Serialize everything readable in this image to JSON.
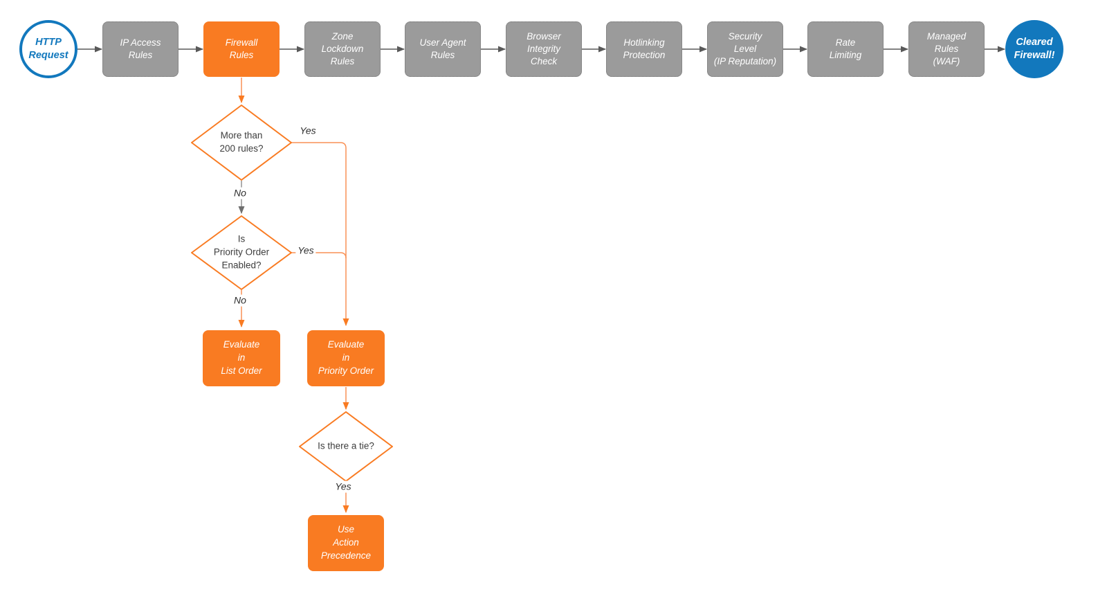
{
  "colors": {
    "accent_orange": "#F97B22",
    "connector_orange": "#F99155",
    "process_gray": "#9B9B9B",
    "connector_gray": "#595959",
    "brand_blue": "#1278BD",
    "node_text_white": "#FFFFFF",
    "decision_text": "#3D3D3D",
    "background": "#FFFFFF"
  },
  "start_node": {
    "label": "HTTP\nRequest"
  },
  "end_node": {
    "label": "Cleared\nFirewall!"
  },
  "pipeline": [
    {
      "label": "IP Access\nRules"
    },
    {
      "label": "Firewall\nRules"
    },
    {
      "label": "Zone\nLockdown\nRules"
    },
    {
      "label": "User Agent\nRules"
    },
    {
      "label": "Browser\nIntegrity\nCheck"
    },
    {
      "label": "Hotlinking\nProtection"
    },
    {
      "label": "Security\nLevel\n(IP Reputation)"
    },
    {
      "label": "Rate\nLimiting"
    },
    {
      "label": "Managed\nRules\n(WAF)"
    }
  ],
  "decisions": [
    {
      "label": "More than\n200 rules?"
    },
    {
      "label": "Is\nPriority Order\nEnabled?"
    },
    {
      "label": "Is there a tie?"
    }
  ],
  "actions": [
    {
      "label": "Evaluate\nin\nList Order"
    },
    {
      "label": "Evaluate\nin\nPriority Order"
    },
    {
      "label": "Use\nAction\nPrecedence"
    }
  ],
  "edge_labels": {
    "d1_yes": "Yes",
    "d1_no": "No",
    "d2_yes": "Yes",
    "d2_no": "No",
    "d3_yes": "Yes"
  }
}
